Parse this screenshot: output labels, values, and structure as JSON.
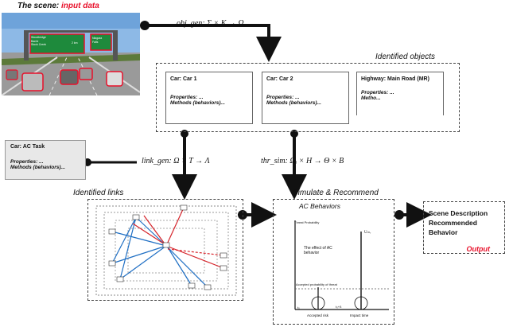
{
  "scene": {
    "title_prefix": "The scene: ",
    "title_highlight": "input data",
    "sign_text": [
      "Woodbridge",
      "Barrie",
      "Stock Creek"
    ],
    "sign_right": [
      "Niagara",
      "Falls"
    ],
    "sign_distance": "2 km"
  },
  "formulas": {
    "obj_gen": "obj_gen: Σ × K → Ω",
    "link_gen": "link_gen: Ω × T → Λ",
    "thr_sim": "thr_sim: Ωᵢ × H → Θ × B"
  },
  "identified_objects": {
    "title": "Identified objects",
    "cards": [
      {
        "title": "Car: Car 1",
        "properties": "Properties: ...",
        "methods": "Methods (behaviors)..."
      },
      {
        "title": "Car: Car 2",
        "properties": "Properties: ...",
        "methods": "Methods (behaviors)..."
      },
      {
        "title": "Highway: Main Road (MR)",
        "properties": "Properties: ...",
        "methods": "Metho..."
      }
    ]
  },
  "ac_task": {
    "title": "Car: AC Task",
    "properties": "Properties: ...",
    "methods": "Methods (behaviors)..."
  },
  "links": {
    "title": "Identified links"
  },
  "simulate": {
    "title": "Simulate & Recommend",
    "subtitle": "AC Behaviors",
    "threat_axis": "Threat Probability",
    "effect_label": "The effect of AC behavior",
    "accepted_prob": "Accepted probability of threat",
    "u_label": "Uₜₕᵣ",
    "t0": "t₀",
    "t_delta": "t₀+δ",
    "accepted_risk": "Accepted risk",
    "impact_time": "Impact time"
  },
  "output": {
    "line1": "Scene Description",
    "line2": "Recommended",
    "line3": "Behavior",
    "label": "Output"
  },
  "colors": {
    "highlight": "#e8102a",
    "sky": "#7fb0e0",
    "sign": "#1e8a3c"
  }
}
